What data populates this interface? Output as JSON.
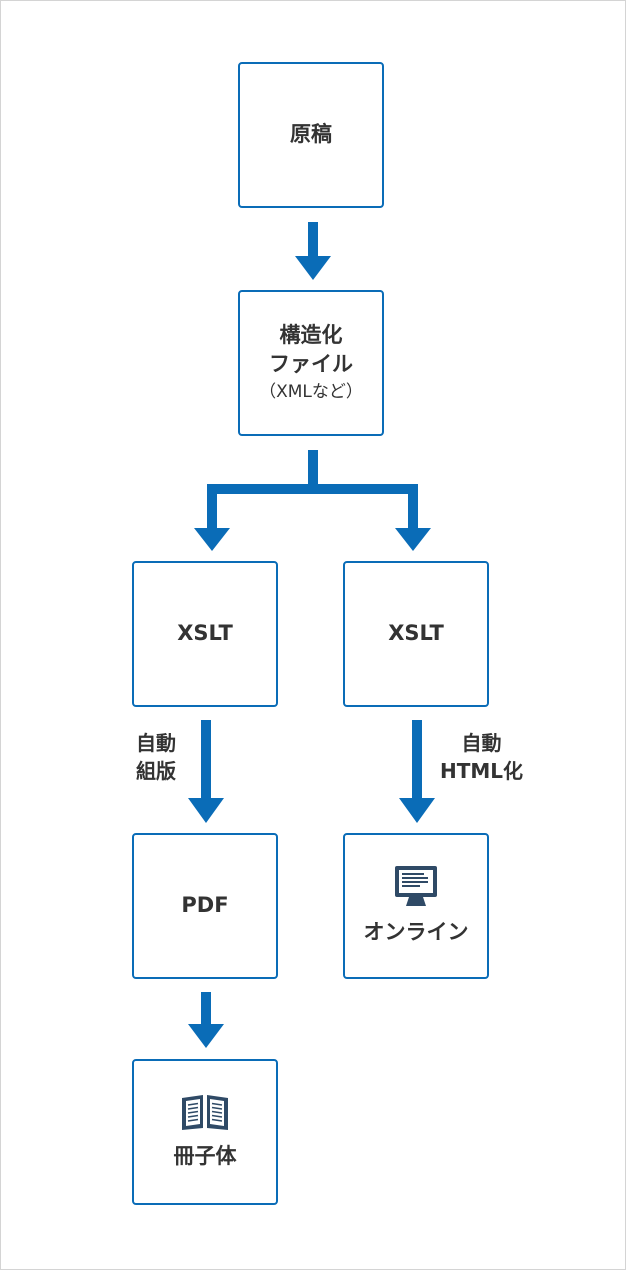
{
  "colors": {
    "accent": "#0a6cb7",
    "text": "#333333",
    "border": "#d4d4d4"
  },
  "nodes": {
    "manuscript": {
      "label": "原稿"
    },
    "structured": {
      "line1": "構造化",
      "line2": "ファイル",
      "sub": "（XMLなど）"
    },
    "xslt_left": {
      "label": "XSLT"
    },
    "xslt_right": {
      "label": "XSLT"
    },
    "pdf": {
      "label": "PDF"
    },
    "online": {
      "label": "オンライン",
      "icon": "monitor-icon"
    },
    "booklet": {
      "label": "冊子体",
      "icon": "open-book-icon"
    }
  },
  "edge_labels": {
    "left": {
      "line1": "自動",
      "line2": "組版"
    },
    "right": {
      "line1": "自動",
      "line2": "HTML化"
    }
  }
}
